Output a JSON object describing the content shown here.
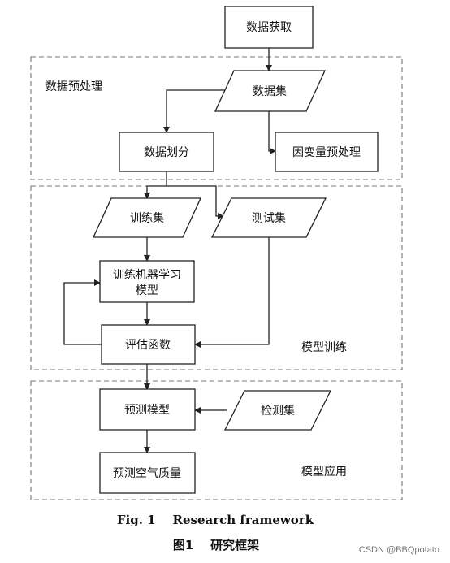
{
  "nodes": {
    "data_acquisition": "数据获取",
    "dataset": "数据集",
    "data_split": "数据划分",
    "dependent_preprocess": "因变量预处理",
    "train_set": "训练集",
    "test_set": "测试集",
    "train_model_line1": "训练机器学习",
    "train_model_line2": "模型",
    "evaluation": "评估函数",
    "predict_model": "预测模型",
    "detect_set": "检测集",
    "predict_air": "预测空气质量"
  },
  "regions": {
    "preprocess": "数据预处理",
    "training": "模型训练",
    "application": "模型应用"
  },
  "caption": {
    "en": "Fig. 1    Research framework",
    "cn": "图1    研究框架"
  },
  "watermark": "CSDN @BBQpotato"
}
